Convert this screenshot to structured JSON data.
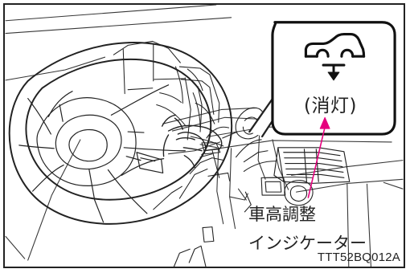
{
  "callout": {
    "status_text": "(消灯)",
    "icon": "vehicle-height-indicator-icon"
  },
  "indicator_label": {
    "line1": "車高調整",
    "line2": "インジケーター"
  },
  "figure_code": "TTT52BQ012A",
  "colors": {
    "line": "#222222",
    "callout_border": "#111111",
    "pointer": "#e6007e",
    "background": "#ffffff"
  }
}
